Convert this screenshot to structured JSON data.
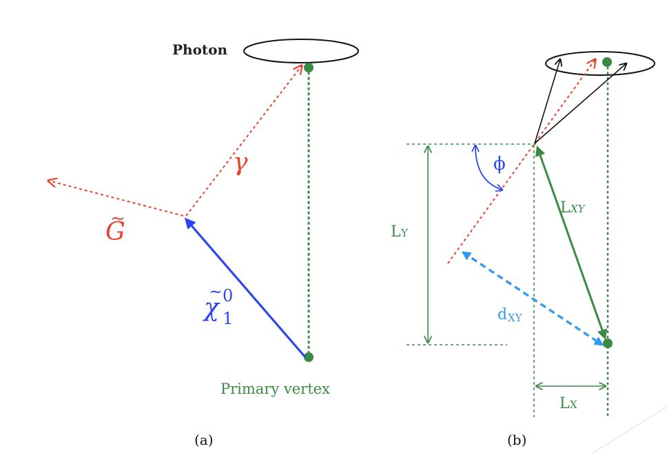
{
  "panel_a": {
    "photon_label": "Photon",
    "gamma_label": "γ",
    "gravitino_label": "G",
    "gravitino_tilde": "~",
    "neutralino_chi": "χ",
    "neutralino_tilde": "~",
    "neutralino_sup": "0",
    "neutralino_sub": "1",
    "vertex_label": "Primary vertex",
    "caption": "(a)"
  },
  "panel_b": {
    "phi_label": "ϕ",
    "ly_label_main": "L",
    "ly_label_sub": "Y",
    "lxy_label_main": "L",
    "lxy_label_sub": "XY",
    "dxy_label_main": "d",
    "dxy_label_sub": "XY",
    "lx_label_main": "L",
    "lx_label_sub": "X",
    "caption": "(b)"
  },
  "colors": {
    "photon_red": "#e8432e",
    "neutralino_blue": "#2b45f0",
    "vertex_green": "#3a8a45",
    "dxy_blue": "#3399f0",
    "outline_black": "#111111"
  }
}
